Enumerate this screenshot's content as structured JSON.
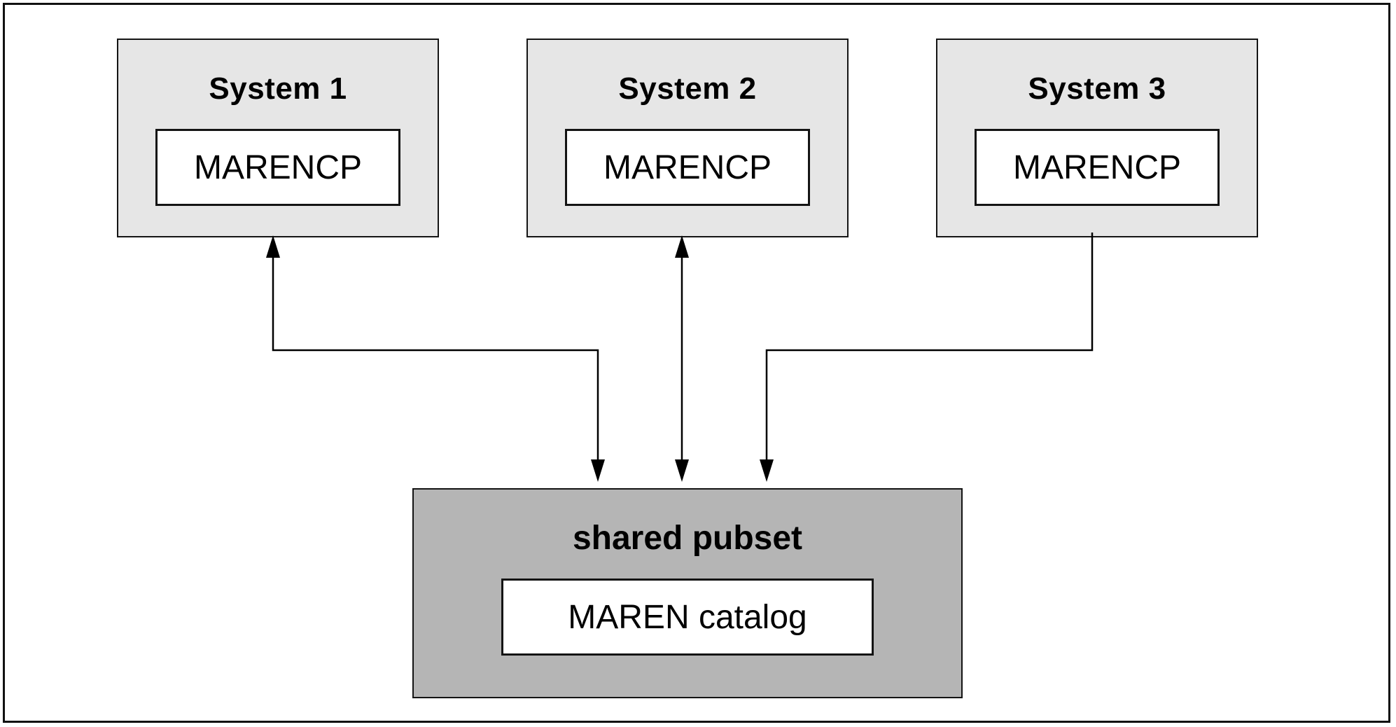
{
  "systems": [
    {
      "title": "System 1",
      "component": "MARENCP"
    },
    {
      "title": "System 2",
      "component": "MARENCP"
    },
    {
      "title": "System 3",
      "component": "MARENCP"
    }
  ],
  "shared_pubset": {
    "title": "shared pubset",
    "component": "MAREN catalog"
  },
  "connections": [
    {
      "from": "System 1",
      "to": "shared pubset",
      "direction": "bidirectional"
    },
    {
      "from": "System 2",
      "to": "shared pubset",
      "direction": "bidirectional"
    },
    {
      "from": "System 3",
      "to": "shared pubset",
      "direction": "to-pubset"
    }
  ],
  "colors": {
    "system_box_fill": "#e6e6e6",
    "pubset_box_fill": "#b5b5b5",
    "inner_box_fill": "#ffffff",
    "border": "#141414",
    "arrow": "#000000",
    "background": "#ffffff"
  }
}
